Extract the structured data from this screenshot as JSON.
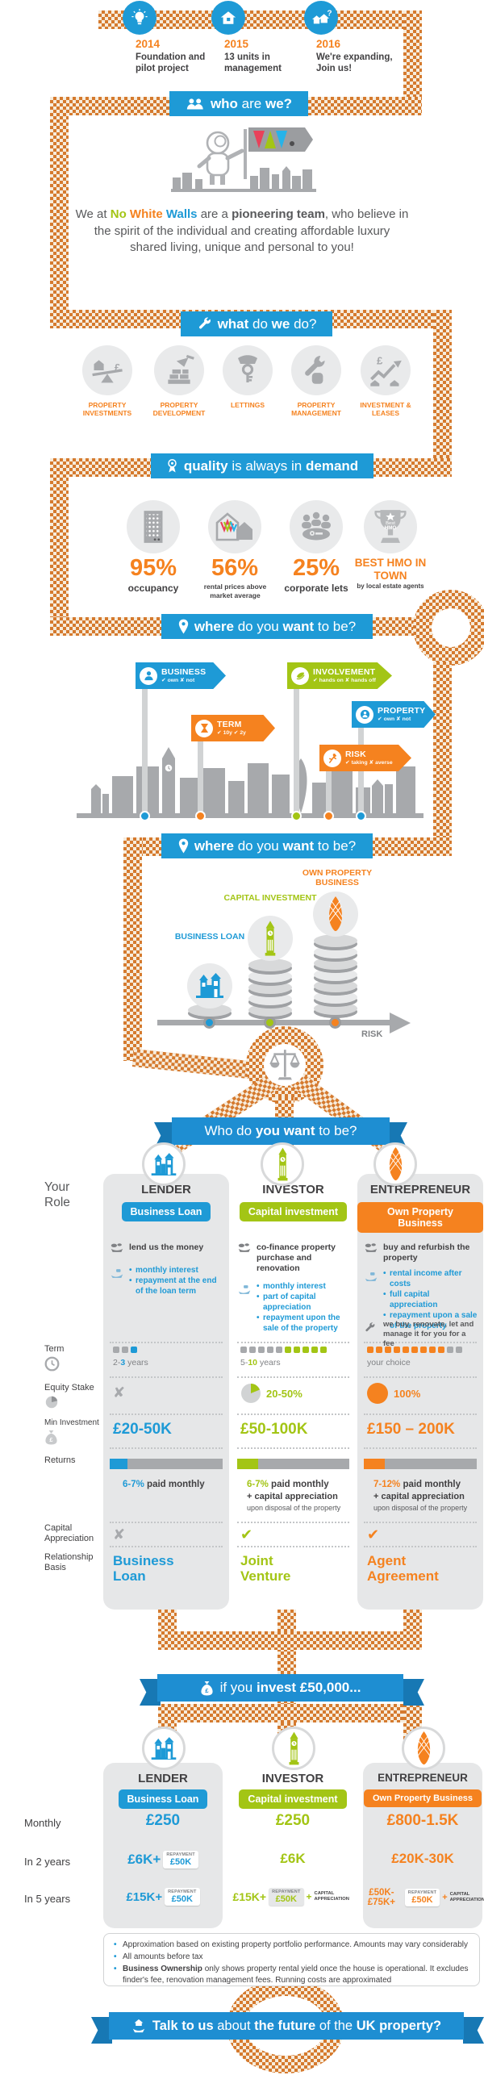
{
  "colors": {
    "blue": "#1e9ad6",
    "green": "#a3c515",
    "orange": "#f5821f",
    "road_orange": "#d57a2e",
    "gray": "#808285",
    "dark": "#414042"
  },
  "timeline": {
    "items": [
      {
        "year": "2014",
        "text": "Foundation and pilot project"
      },
      {
        "year": "2015",
        "text": "13 units in management"
      },
      {
        "year": "2016",
        "text": "We're expanding, Join us!"
      }
    ]
  },
  "banners": {
    "who": [
      {
        "t": "who ",
        "c": "b"
      },
      {
        "t": "are "
      },
      {
        "t": "we?",
        "c": "b"
      }
    ],
    "what": [
      {
        "t": "what ",
        "c": "b"
      },
      {
        "t": "do "
      },
      {
        "t": "we ",
        "c": "b"
      },
      {
        "t": "do?"
      }
    ],
    "quality": [
      {
        "t": "quality ",
        "c": "b"
      },
      {
        "t": "is always in "
      },
      {
        "t": "demand",
        "c": "b"
      }
    ],
    "where1": [
      {
        "t": "where ",
        "c": "b"
      },
      {
        "t": "do you "
      },
      {
        "t": "want ",
        "c": "b"
      },
      {
        "t": "to be?"
      }
    ],
    "where2": [
      {
        "t": "where ",
        "c": "b"
      },
      {
        "t": "do you "
      },
      {
        "t": "want ",
        "c": "b"
      },
      {
        "t": "to be?"
      }
    ],
    "who_be": [
      {
        "t": "Who do "
      },
      {
        "t": "you want",
        "c": "b"
      },
      {
        "t": " to be?"
      }
    ],
    "invest": [
      {
        "t": "if you "
      },
      {
        "t": "invest £50,000...",
        "c": "b"
      }
    ],
    "talk": [
      {
        "t": "Talk to us",
        "c": "b"
      },
      {
        "t": " about "
      },
      {
        "t": "the future",
        "c": "b"
      },
      {
        "t": " of the "
      },
      {
        "t": "UK property?",
        "c": "b"
      }
    ]
  },
  "intro": [
    {
      "t": "We at "
    },
    {
      "t": "No",
      "c": "green"
    },
    {
      "t": " "
    },
    {
      "t": "White",
      "c": "orange"
    },
    {
      "t": " "
    },
    {
      "t": "Walls",
      "c": "blue"
    },
    {
      "t": " are a "
    },
    {
      "t": "pioneering team",
      "c": "b"
    },
    {
      "t": ", who believe in the spirit of the individual and creating affordable luxury shared living, unique and personal to you!"
    }
  ],
  "services": [
    {
      "label": "PROPERTY INVESTMENTS"
    },
    {
      "label": "PROPERTY DEVELOPMENT"
    },
    {
      "label": "LETTINGS"
    },
    {
      "label": "PROPERTY MANAGEMENT"
    },
    {
      "label": "INVESTMENT & LEASES"
    }
  ],
  "stats": [
    {
      "value": "95%",
      "label": "occupancy"
    },
    {
      "value": "56%",
      "label": "rental prices above market average"
    },
    {
      "value": "25%",
      "label": "corporate lets"
    },
    {
      "value": "BEST HMO IN TOWN",
      "label": "by local estate agents",
      "trophy_text_1": "Best",
      "trophy_text_2": "HMO"
    }
  ],
  "signposts": [
    {
      "label": "BUSINESS",
      "options": "✔ own   ✘ not"
    },
    {
      "label": "INVOLVEMENT",
      "options": "✔ hands on  ✘ hands off"
    },
    {
      "label": "TERM",
      "options": "✔ 10y   ✔ 2y"
    },
    {
      "label": "PROPERTY",
      "options": "✔ own  ✘ not"
    },
    {
      "label": "RISK",
      "options": "✔ taking  ✘ averse"
    }
  ],
  "risk_chart": {
    "items": [
      {
        "label": "BUSINESS LOAN",
        "coins": 1
      },
      {
        "label": "CAPITAL INVESTMENT",
        "coins": 5
      },
      {
        "label": "OWN PROPERTY BUSINESS",
        "coins": 7
      }
    ],
    "axis_label": "RISK"
  },
  "your_role": "Your Role",
  "table1": {
    "row_labels": [
      "Term",
      "Equity Stake",
      "Min Investment",
      "Returns",
      "Capital Appreciation",
      "Relationship Basis"
    ],
    "columns": [
      {
        "name": "LENDER",
        "badge": "Business Loan",
        "what": "lend us the money",
        "bullets": [
          "monthly interest",
          "repayment at the end of the loan term"
        ],
        "term": [
          {
            "t": "2-"
          },
          {
            "t": "3",
            "c": "blue"
          },
          {
            "t": " years"
          }
        ],
        "equity_mark": "✘",
        "min": "£20-50K",
        "returns1": [
          {
            "t": "6-7%",
            "c": "blue"
          },
          {
            "t": " paid monthly"
          }
        ],
        "cap_mark": "✘",
        "basis": "Business Loan"
      },
      {
        "name": "INVESTOR",
        "badge": "Capital investment",
        "what": "co-finance property purchase and renovation",
        "bullets": [
          "monthly interest",
          "part of capital appreciation",
          "repayment upon the sale of the property"
        ],
        "term": [
          {
            "t": "5-"
          },
          {
            "t": "10",
            "c": "green"
          },
          {
            "t": " years"
          }
        ],
        "equity": "20-50%",
        "min": "£50-100K",
        "returns1": [
          {
            "t": "6-7%",
            "c": "green"
          },
          {
            "t": " paid monthly"
          }
        ],
        "returns2": "+ capital appreciation",
        "returns3": "upon disposal of the property",
        "cap_mark": "✔",
        "basis": "Joint Venture"
      },
      {
        "name": "ENTREPRENEUR",
        "badge": "Own Property Business",
        "what": "buy and refurbish the property",
        "bullets": [
          "rental income after costs",
          "full capital appreciation",
          "repayment upon a sale of the property"
        ],
        "note": "we buy, renovate, let and manage it for you for a fee",
        "term": [
          {
            "t": "your choice"
          }
        ],
        "equity": "100%",
        "min": "£150 – 200K",
        "returns1": [
          {
            "t": "7-12%",
            "c": "orange"
          },
          {
            "t": " paid monthly"
          }
        ],
        "returns2": "+ capital appreciation",
        "returns3": "upon disposal of the property",
        "cap_mark": "✔",
        "basis": "Agent Agreement"
      }
    ]
  },
  "table2": {
    "row_labels": [
      "Monthly",
      "In 2 years",
      "In 5 years"
    ],
    "tag_label": "REPAYMENT",
    "tag_value": "£50K",
    "plus": "+",
    "cap_app": "CAPITAL APPRECIATION",
    "columns": [
      {
        "name": "LENDER",
        "badge": "Business Loan",
        "monthly": "£250",
        "y2": "£6K+",
        "y5": "£15K+"
      },
      {
        "name": "INVESTOR",
        "badge": "Capital investment",
        "monthly": "£250",
        "y2": "£6K",
        "y5": "£15K+"
      },
      {
        "name": "ENTREPRENEUR",
        "badge": "Own Property Business",
        "monthly": "£800-1.5K",
        "y2": "£20K-30K",
        "y5": "£50K-£75K+"
      }
    ]
  },
  "footnotes": [
    [
      {
        "t": "Approximation based on existing property portfolio performance. Amounts may vary considerably"
      }
    ],
    [
      {
        "t": "All amounts before tax"
      }
    ],
    [
      {
        "t": "Business Ownership",
        "c": "b"
      },
      {
        "t": " only shows property rental yield once the house is operational. It excludes finder's fee, renovation management fees. Running costs are approximated"
      }
    ]
  ]
}
